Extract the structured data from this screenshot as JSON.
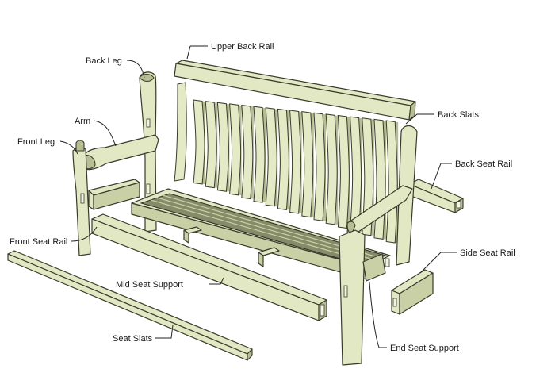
{
  "diagram": {
    "labels": {
      "upper_back_rail": "Upper Back Rail",
      "back_leg": "Back Leg",
      "back_slats": "Back Slats",
      "arm": "Arm",
      "front_leg": "Front Leg",
      "back_seat_rail": "Back Seat Rail",
      "front_seat_rail": "Front Seat Rail",
      "side_seat_rail": "Side Seat Rail",
      "mid_seat_support": "Mid Seat Support",
      "seat_slats": "Seat Slats",
      "end_seat_support": "End Seat Support"
    },
    "colors": {
      "wood": "#e2e8c3",
      "wood_shadow": "#b7be94",
      "seat": "#858b68",
      "outline": "#3a3a2c"
    }
  }
}
